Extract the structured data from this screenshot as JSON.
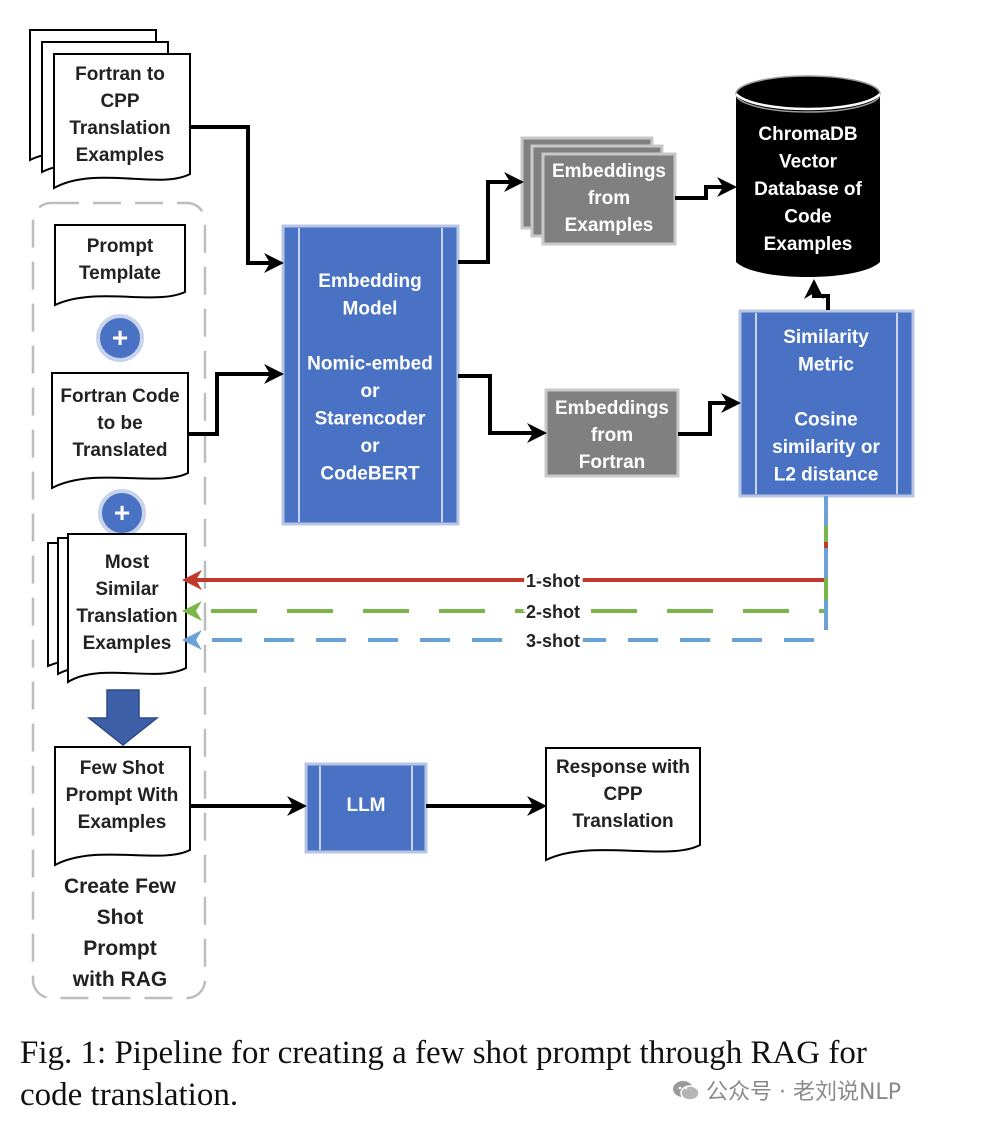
{
  "nodes": {
    "fortran_to_cpp": [
      "Fortran to",
      "CPP",
      "Translation",
      "Examples"
    ],
    "prompt_template": [
      "Prompt",
      "Template"
    ],
    "fortran_code": [
      "Fortran Code",
      "to be",
      "Translated"
    ],
    "most_similar": [
      "Most",
      "Similar",
      "Translation",
      "Examples"
    ],
    "few_shot_prompt": [
      "Few Shot",
      "Prompt With",
      "Examples"
    ],
    "create_label": [
      "Create Few",
      "Shot",
      "Prompt",
      "with RAG"
    ],
    "embedding_model": [
      "Embedding",
      "Model",
      "",
      "Nomic-embed",
      "or",
      "Starencoder",
      "or",
      "CodeBERT"
    ],
    "embeddings_examples": [
      "Embeddings",
      "from",
      "Examples"
    ],
    "embeddings_fortran": [
      "Embeddings",
      "from",
      "Fortran"
    ],
    "chromadb": [
      "ChromaDB",
      "Vector",
      "Database of",
      "Code",
      "Examples"
    ],
    "similarity": [
      "Similarity",
      "Metric",
      "",
      "Cosine",
      "similarity or",
      "L2 distance"
    ],
    "llm": [
      "LLM"
    ],
    "response": [
      "Response with",
      "CPP",
      "Translation"
    ]
  },
  "plus_symbol": "+",
  "shots": [
    {
      "label": "1-shot",
      "color": "#c0392b",
      "style": "solid"
    },
    {
      "label": "2-shot",
      "color": "#7ab648",
      "style": "dashed"
    },
    {
      "label": "3-shot",
      "color": "#6aa2d8",
      "style": "dashed"
    }
  ],
  "colors": {
    "process_blue": "#4a72c4",
    "embedding_gray": "#808080",
    "database_black": "#000000",
    "arrow_black": "#000000",
    "down_arrow_blue": "#3d5fa8"
  },
  "caption": "Fig. 1: Pipeline for creating a few shot prompt through RAG for code translation.",
  "watermark": "公众号 · 老刘说NLP"
}
